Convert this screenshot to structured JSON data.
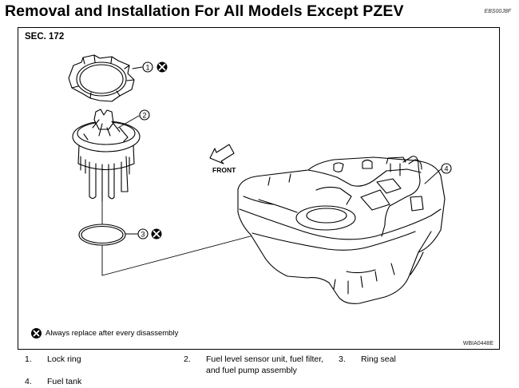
{
  "title": "Removal and Installation For All Models Except PZEV",
  "doc_code": "EBS00J8F",
  "section": "SEC. 172",
  "front_label": "FRONT",
  "figure_code": "WBIA0448E",
  "note": "Always replace after every disassembly",
  "callouts": [
    "1",
    "2",
    "3",
    "4"
  ],
  "legend": [
    {
      "num": "1.",
      "label": "Lock ring"
    },
    {
      "num": "2.",
      "label": "Fuel level sensor unit, fuel filter,",
      "label2": "and fuel pump assembly"
    },
    {
      "num": "3.",
      "label": "Ring seal"
    },
    {
      "num": "4.",
      "label": "Fuel tank"
    }
  ]
}
